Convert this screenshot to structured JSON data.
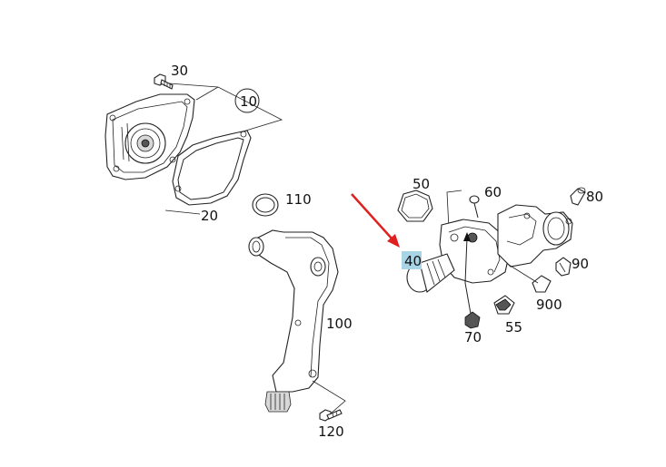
{
  "colors": {
    "highlight": "#a8d4e6",
    "arrow": "#e02020",
    "line": "#222222"
  },
  "highlighted_part": "40",
  "labels": {
    "p10": "10",
    "p20": "20",
    "p30": "30",
    "p40": "40",
    "p50": "50",
    "p55": "55",
    "p60": "60",
    "p70": "70",
    "p80": "80",
    "p90": "90",
    "p100": "100",
    "p110": "110",
    "p120": "120",
    "p900": "900"
  }
}
